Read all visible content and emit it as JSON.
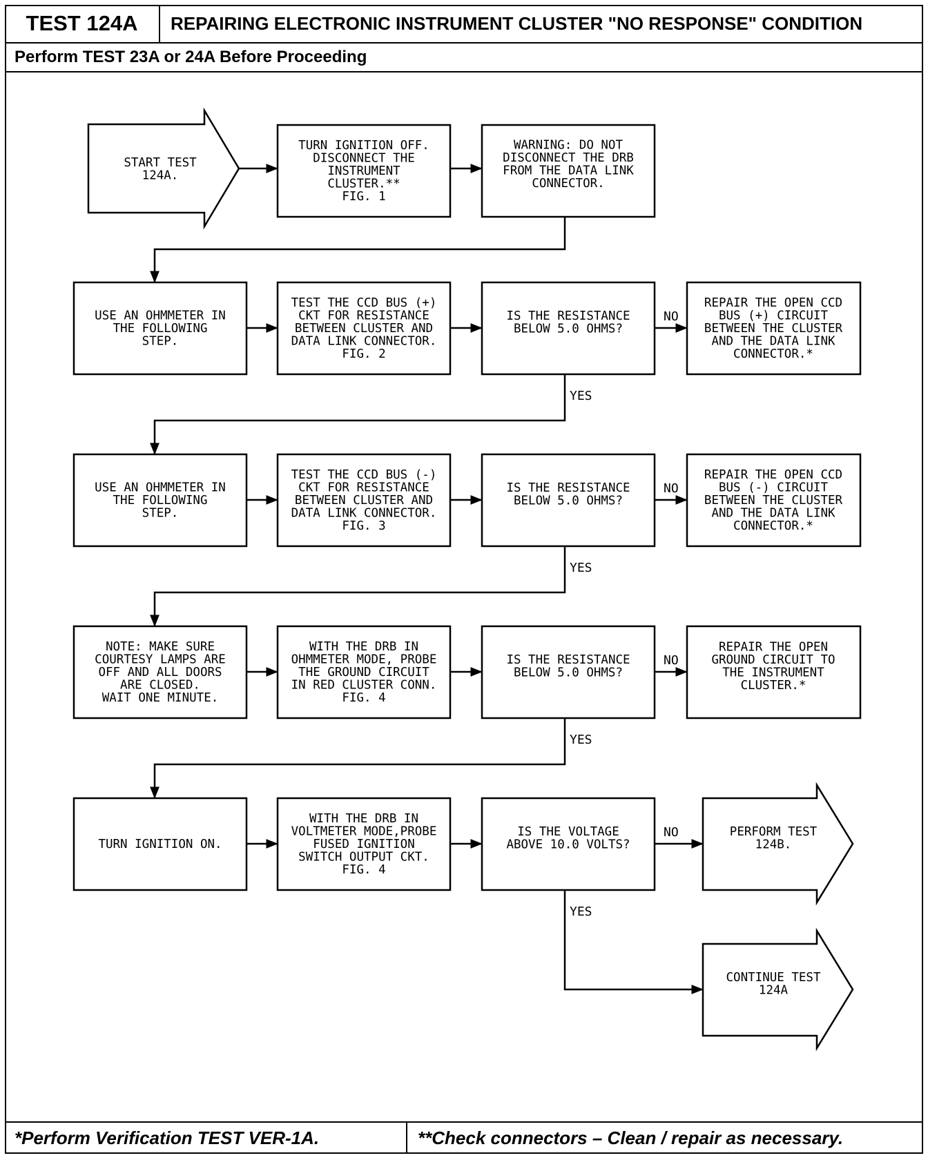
{
  "header": {
    "test_id": "TEST 124A",
    "title": "REPAIRING ELECTRONIC INSTRUMENT CLUSTER \"NO RESPONSE\" CONDITION",
    "prerequisite": "Perform TEST 23A or 24A Before Proceeding"
  },
  "nodes": {
    "start": {
      "lines": [
        "START TEST",
        "124A."
      ]
    },
    "ign_off": {
      "lines": [
        "TURN IGNITION OFF.",
        "DISCONNECT THE",
        "INSTRUMENT",
        "CLUSTER.**",
        "FIG. 1"
      ]
    },
    "warning": {
      "lines": [
        "WARNING: DO NOT",
        "DISCONNECT THE DRB",
        "FROM THE DATA LINK",
        "CONNECTOR."
      ]
    },
    "ohm1": {
      "lines": [
        "USE AN OHMMETER IN",
        "THE FOLLOWING",
        "STEP."
      ]
    },
    "test_plus": {
      "lines": [
        "TEST THE CCD BUS (+)",
        "CKT FOR RESISTANCE",
        "BETWEEN CLUSTER AND",
        "DATA LINK CONNECTOR.",
        "FIG. 2"
      ]
    },
    "q1": {
      "lines": [
        "IS THE RESISTANCE",
        "BELOW 5.0 OHMS?"
      ]
    },
    "repair_plus": {
      "lines": [
        "REPAIR THE OPEN CCD",
        "BUS (+) CIRCUIT",
        "BETWEEN THE CLUSTER",
        "AND THE DATA LINK",
        "CONNECTOR.*"
      ]
    },
    "ohm2": {
      "lines": [
        "USE AN OHMMETER IN",
        "THE FOLLOWING",
        "STEP."
      ]
    },
    "test_minus": {
      "lines": [
        "TEST THE CCD BUS (-)",
        "CKT FOR RESISTANCE",
        "BETWEEN CLUSTER AND",
        "DATA LINK CONNECTOR.",
        "FIG. 3"
      ]
    },
    "q2": {
      "lines": [
        "IS THE RESISTANCE",
        "BELOW 5.0 OHMS?"
      ]
    },
    "repair_minus": {
      "lines": [
        "REPAIR THE OPEN CCD",
        "BUS (-) CIRCUIT",
        "BETWEEN THE CLUSTER",
        "AND THE DATA LINK",
        "CONNECTOR.*"
      ]
    },
    "note": {
      "lines": [
        "NOTE: MAKE SURE",
        "COURTESY LAMPS ARE",
        "OFF AND ALL DOORS",
        "ARE CLOSED.",
        "WAIT ONE MINUTE."
      ]
    },
    "drb_ohm": {
      "lines": [
        "WITH THE DRB IN",
        "OHMMETER MODE, PROBE",
        "THE GROUND CIRCUIT",
        "IN RED CLUSTER CONN.",
        "FIG. 4"
      ]
    },
    "q3": {
      "lines": [
        "IS THE RESISTANCE",
        "BELOW 5.0 OHMS?"
      ]
    },
    "repair_ground": {
      "lines": [
        "REPAIR THE OPEN",
        "GROUND CIRCUIT TO",
        "THE INSTRUMENT",
        "CLUSTER.*"
      ]
    },
    "ign_on": {
      "lines": [
        "TURN IGNITION ON."
      ]
    },
    "drb_volt": {
      "lines": [
        "WITH THE DRB IN",
        "VOLTMETER MODE,PROBE",
        "FUSED IGNITION",
        "SWITCH OUTPUT CKT.",
        "FIG. 4"
      ]
    },
    "q4": {
      "lines": [
        "IS THE VOLTAGE",
        "ABOVE 10.0 VOLTS?"
      ]
    },
    "perform_124b": {
      "lines": [
        "PERFORM TEST",
        "124B."
      ]
    },
    "continue": {
      "lines": [
        "CONTINUE TEST",
        "124A"
      ]
    }
  },
  "edge_labels": {
    "no": "NO",
    "yes": "YES"
  },
  "footer": {
    "left": "*Perform Verification TEST VER-1A.",
    "right": "**Check connectors – Clean / repair as necessary."
  }
}
